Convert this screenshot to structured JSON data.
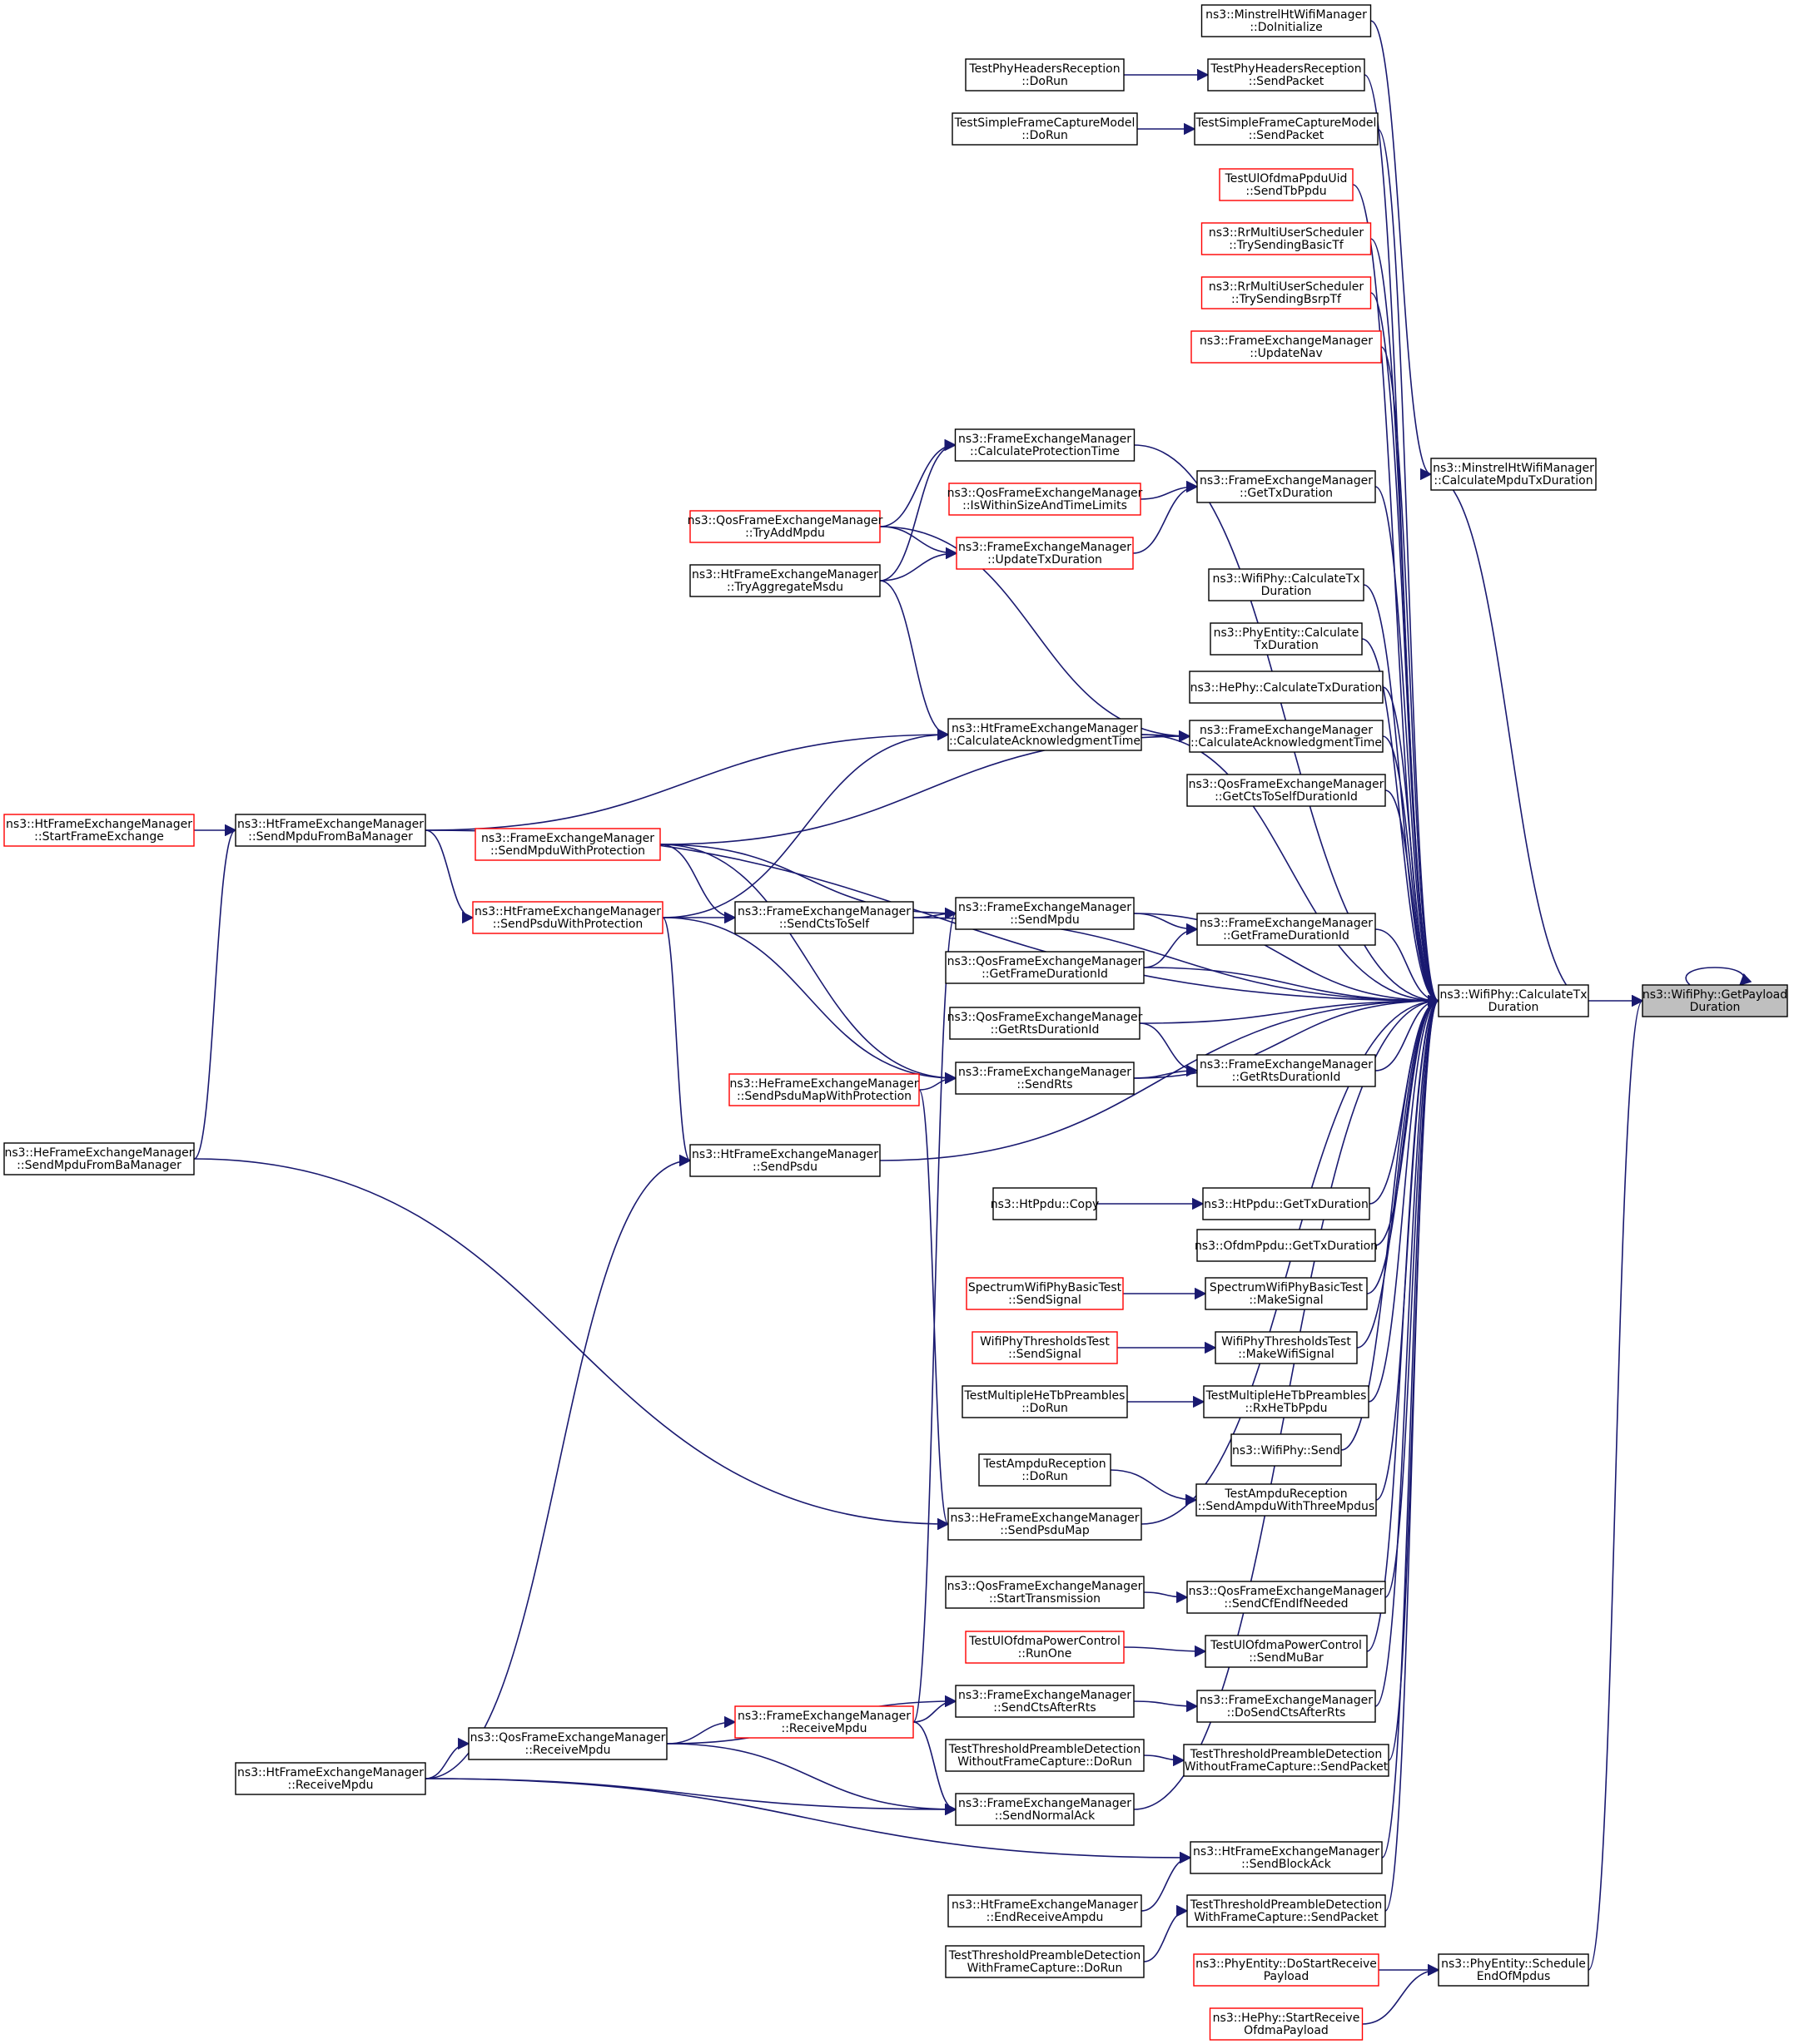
{
  "diagram": {
    "colors": {
      "edge": "#191970",
      "node_border_normal": "#000000",
      "node_border_truncated": "#ff0000",
      "node_fill": "#ffffff",
      "node_fill_focus": "#bfbfbf",
      "text": "#000000"
    },
    "nodes": [
      {
        "id": "n_getpayload",
        "lines": [
          "ns3::WifiPhy::GetPayload",
          "Duration"
        ],
        "style": "focus"
      },
      {
        "id": "n_calctx",
        "lines": [
          "ns3::WifiPhy::CalculateTx",
          "Duration"
        ],
        "style": "normal"
      },
      {
        "id": "n_minstrel_calc",
        "lines": [
          "ns3::MinstrelHtWifiManager",
          "::CalculateMpduTxDuration"
        ],
        "style": "normal"
      },
      {
        "id": "n_minstrel_init",
        "lines": [
          "ns3::MinstrelHtWifiManager",
          "::DoInitialize"
        ],
        "style": "normal"
      },
      {
        "id": "n_phy_sched",
        "lines": [
          "ns3::PhyEntity::Schedule",
          "EndOfMpdus"
        ],
        "style": "normal"
      },
      {
        "id": "n_phy_dostart",
        "lines": [
          "ns3::PhyEntity::DoStartReceive",
          "Payload"
        ],
        "style": "truncated"
      },
      {
        "id": "n_hephy_start",
        "lines": [
          "ns3::HePhy::StartReceive",
          "OfdmaPayload"
        ],
        "style": "truncated"
      },
      {
        "id": "n_tphr_send",
        "lines": [
          "TestPhyHeadersReception",
          "::SendPacket"
        ],
        "style": "normal"
      },
      {
        "id": "n_tphr_dorun",
        "lines": [
          "TestPhyHeadersReception",
          "::DoRun"
        ],
        "style": "normal"
      },
      {
        "id": "n_tsfc_send",
        "lines": [
          "TestSimpleFrameCaptureModel",
          "::SendPacket"
        ],
        "style": "normal"
      },
      {
        "id": "n_tsfc_dorun",
        "lines": [
          "TestSimpleFrameCaptureModel",
          "::DoRun"
        ],
        "style": "normal"
      },
      {
        "id": "n_tuopu",
        "lines": [
          "TestUlOfdmaPpduUid",
          "::SendTbPpdu"
        ],
        "style": "truncated"
      },
      {
        "id": "n_rr_basic",
        "lines": [
          "ns3::RrMultiUserScheduler",
          "::TrySendingBasicTf"
        ],
        "style": "truncated"
      },
      {
        "id": "n_rr_bsrp",
        "lines": [
          "ns3::RrMultiUserScheduler",
          "::TrySendingBsrpTf"
        ],
        "style": "truncated"
      },
      {
        "id": "n_fem_updnav",
        "lines": [
          "ns3::FrameExchangeManager",
          "::UpdateNav"
        ],
        "style": "truncated"
      },
      {
        "id": "n_fem_calcprot",
        "lines": [
          "ns3::FrameExchangeManager",
          "::CalculateProtectionTime"
        ],
        "style": "normal"
      },
      {
        "id": "n_fem_gettx",
        "lines": [
          "ns3::FrameExchangeManager",
          "::GetTxDuration"
        ],
        "style": "normal"
      },
      {
        "id": "n_qfem_iswithin",
        "lines": [
          "ns3::QosFrameExchangeManager",
          "::IsWithinSizeAndTimeLimits"
        ],
        "style": "truncated"
      },
      {
        "id": "n_qfem_tryadd",
        "lines": [
          "ns3::QosFrameExchangeManager",
          "::TryAddMpdu"
        ],
        "style": "truncated"
      },
      {
        "id": "n_fem_updtx",
        "lines": [
          "ns3::FrameExchangeManager",
          "::UpdateTxDuration"
        ],
        "style": "truncated"
      },
      {
        "id": "n_htfem_tryagg",
        "lines": [
          "ns3::HtFrameExchangeManager",
          "::TryAggregateMsdu"
        ],
        "style": "normal"
      },
      {
        "id": "n_wp_calctx",
        "lines": [
          "ns3::WifiPhy::CalculateTx",
          "Duration"
        ],
        "style": "normal"
      },
      {
        "id": "n_pe_calctx",
        "lines": [
          "ns3::PhyEntity::Calculate",
          "TxDuration"
        ],
        "style": "normal"
      },
      {
        "id": "n_hephy_calctx",
        "lines": [
          "ns3::HePhy::CalculateTxDuration"
        ],
        "style": "normal"
      },
      {
        "id": "n_htfem_calcack",
        "lines": [
          "ns3::HtFrameExchangeManager",
          "::CalculateAcknowledgmentTime"
        ],
        "style": "normal"
      },
      {
        "id": "n_fem_calcack",
        "lines": [
          "ns3::FrameExchangeManager",
          "::CalculateAcknowledgmentTime"
        ],
        "style": "normal"
      },
      {
        "id": "n_qfem_ctsself",
        "lines": [
          "ns3::QosFrameExchangeManager",
          "::GetCtsToSelfDurationId"
        ],
        "style": "normal"
      },
      {
        "id": "n_htfem_start",
        "lines": [
          "ns3::HtFrameExchangeManager",
          "::StartFrameExchange"
        ],
        "style": "truncated"
      },
      {
        "id": "n_htfem_sendmpduba",
        "lines": [
          "ns3::HtFrameExchangeManager",
          "::SendMpduFromBaManager"
        ],
        "style": "normal"
      },
      {
        "id": "n_fem_sendmpduprot",
        "lines": [
          "ns3::FrameExchangeManager",
          "::SendMpduWithProtection"
        ],
        "style": "truncated"
      },
      {
        "id": "n_htfem_sendpsduprot",
        "lines": [
          "ns3::HtFrameExchangeManager",
          "::SendPsduWithProtection"
        ],
        "style": "truncated"
      },
      {
        "id": "n_fem_sendctsself",
        "lines": [
          "ns3::FrameExchangeManager",
          "::SendCtsToSelf"
        ],
        "style": "normal"
      },
      {
        "id": "n_fem_sendmpdu",
        "lines": [
          "ns3::FrameExchangeManager",
          "::SendMpdu"
        ],
        "style": "normal"
      },
      {
        "id": "n_fem_getframedur",
        "lines": [
          "ns3::FrameExchangeManager",
          "::GetFrameDurationId"
        ],
        "style": "normal"
      },
      {
        "id": "n_qfem_getframedur",
        "lines": [
          "ns3::QosFrameExchangeManager",
          "::GetFrameDurationId"
        ],
        "style": "normal"
      },
      {
        "id": "n_qfem_getrts",
        "lines": [
          "ns3::QosFrameExchangeManager",
          "::GetRtsDurationId"
        ],
        "style": "normal"
      },
      {
        "id": "n_fem_getrts",
        "lines": [
          "ns3::FrameExchangeManager",
          "::GetRtsDurationId"
        ],
        "style": "normal"
      },
      {
        "id": "n_hefem_sendpsdumapprot",
        "lines": [
          "ns3::HeFrameExchangeManager",
          "::SendPsduMapWithProtection"
        ],
        "style": "truncated"
      },
      {
        "id": "n_fem_sendrts",
        "lines": [
          "ns3::FrameExchangeManager",
          "::SendRts"
        ],
        "style": "normal"
      },
      {
        "id": "n_hefem_sendmpduba",
        "lines": [
          "ns3::HeFrameExchangeManager",
          "::SendMpduFromBaManager"
        ],
        "style": "normal"
      },
      {
        "id": "n_htfem_sendpsdu",
        "lines": [
          "ns3::HtFrameExchangeManager",
          "::SendPsdu"
        ],
        "style": "normal"
      },
      {
        "id": "n_htppdu_copy",
        "lines": [
          "ns3::HtPpdu::Copy"
        ],
        "style": "normal"
      },
      {
        "id": "n_htppdu_gettx",
        "lines": [
          "ns3::HtPpdu::GetTxDuration"
        ],
        "style": "normal"
      },
      {
        "id": "n_ofdmppdu_gettx",
        "lines": [
          "ns3::OfdmPpdu::GetTxDuration"
        ],
        "style": "normal"
      },
      {
        "id": "n_swpbt_send",
        "lines": [
          "SpectrumWifiPhyBasicTest",
          "::SendSignal"
        ],
        "style": "truncated"
      },
      {
        "id": "n_swpbt_make",
        "lines": [
          "SpectrumWifiPhyBasicTest",
          "::MakeSignal"
        ],
        "style": "normal"
      },
      {
        "id": "n_wpth_send",
        "lines": [
          "WifiPhyThresholdsTest",
          "::SendSignal"
        ],
        "style": "truncated"
      },
      {
        "id": "n_wpth_make",
        "lines": [
          "WifiPhyThresholdsTest",
          "::MakeWifiSignal"
        ],
        "style": "normal"
      },
      {
        "id": "n_tmhtp_dorun",
        "lines": [
          "TestMultipleHeTbPreambles",
          "::DoRun"
        ],
        "style": "normal"
      },
      {
        "id": "n_tmhtp_rx",
        "lines": [
          "TestMultipleHeTbPreambles",
          "::RxHeTbPpdu"
        ],
        "style": "normal"
      },
      {
        "id": "n_wp_send",
        "lines": [
          "ns3::WifiPhy::Send"
        ],
        "style": "normal"
      },
      {
        "id": "n_tar_dorun",
        "lines": [
          "TestAmpduReception",
          "::DoRun"
        ],
        "style": "normal"
      },
      {
        "id": "n_tar_send",
        "lines": [
          "TestAmpduReception",
          "::SendAmpduWithThreeMpdus"
        ],
        "style": "normal"
      },
      {
        "id": "n_hefem_sendpsdumap",
        "lines": [
          "ns3::HeFrameExchangeManager",
          "::SendPsduMap"
        ],
        "style": "normal"
      },
      {
        "id": "n_qfem_starttx",
        "lines": [
          "ns3::QosFrameExchangeManager",
          "::StartTransmission"
        ],
        "style": "normal"
      },
      {
        "id": "n_qfem_sendcfend",
        "lines": [
          "ns3::QosFrameExchangeManager",
          "::SendCfEndIfNeeded"
        ],
        "style": "normal"
      },
      {
        "id": "n_tuopc_run",
        "lines": [
          "TestUlOfdmaPowerControl",
          "::RunOne"
        ],
        "style": "truncated"
      },
      {
        "id": "n_tuopc_send",
        "lines": [
          "TestUlOfdmaPowerControl",
          "::SendMuBar"
        ],
        "style": "normal"
      },
      {
        "id": "n_fem_sendctsafter",
        "lines": [
          "ns3::FrameExchangeManager",
          "::SendCtsAfterRts"
        ],
        "style": "normal"
      },
      {
        "id": "n_fem_dosendcts",
        "lines": [
          "ns3::FrameExchangeManager",
          "::DoSendCtsAfterRts"
        ],
        "style": "normal"
      },
      {
        "id": "n_qfem_recv",
        "lines": [
          "ns3::QosFrameExchangeManager",
          "::ReceiveMpdu"
        ],
        "style": "normal"
      },
      {
        "id": "n_fem_recv",
        "lines": [
          "ns3::FrameExchangeManager",
          "::ReceiveMpdu"
        ],
        "style": "truncated"
      },
      {
        "id": "n_ttpd_nofc_dorun",
        "lines": [
          "TestThresholdPreambleDetection",
          "WithoutFrameCapture::DoRun"
        ],
        "style": "normal"
      },
      {
        "id": "n_ttpd_nofc_send",
        "lines": [
          "TestThresholdPreambleDetection",
          "WithoutFrameCapture::SendPacket"
        ],
        "style": "normal"
      },
      {
        "id": "n_htfem_recv",
        "lines": [
          "ns3::HtFrameExchangeManager",
          "::ReceiveMpdu"
        ],
        "style": "normal"
      },
      {
        "id": "n_fem_sendnack",
        "lines": [
          "ns3::FrameExchangeManager",
          "::SendNormalAck"
        ],
        "style": "normal"
      },
      {
        "id": "n_htfem_sendback",
        "lines": [
          "ns3::HtFrameExchangeManager",
          "::SendBlockAck"
        ],
        "style": "normal"
      },
      {
        "id": "n_htfem_endrx",
        "lines": [
          "ns3::HtFrameExchangeManager",
          "::EndReceiveAmpdu"
        ],
        "style": "normal"
      },
      {
        "id": "n_ttpd_fc_send",
        "lines": [
          "TestThresholdPreambleDetection",
          "WithFrameCapture::SendPacket"
        ],
        "style": "normal"
      },
      {
        "id": "n_ttpd_fc_dorun",
        "lines": [
          "TestThresholdPreambleDetection",
          "WithFrameCapture::DoRun"
        ],
        "style": "normal"
      }
    ]
  }
}
